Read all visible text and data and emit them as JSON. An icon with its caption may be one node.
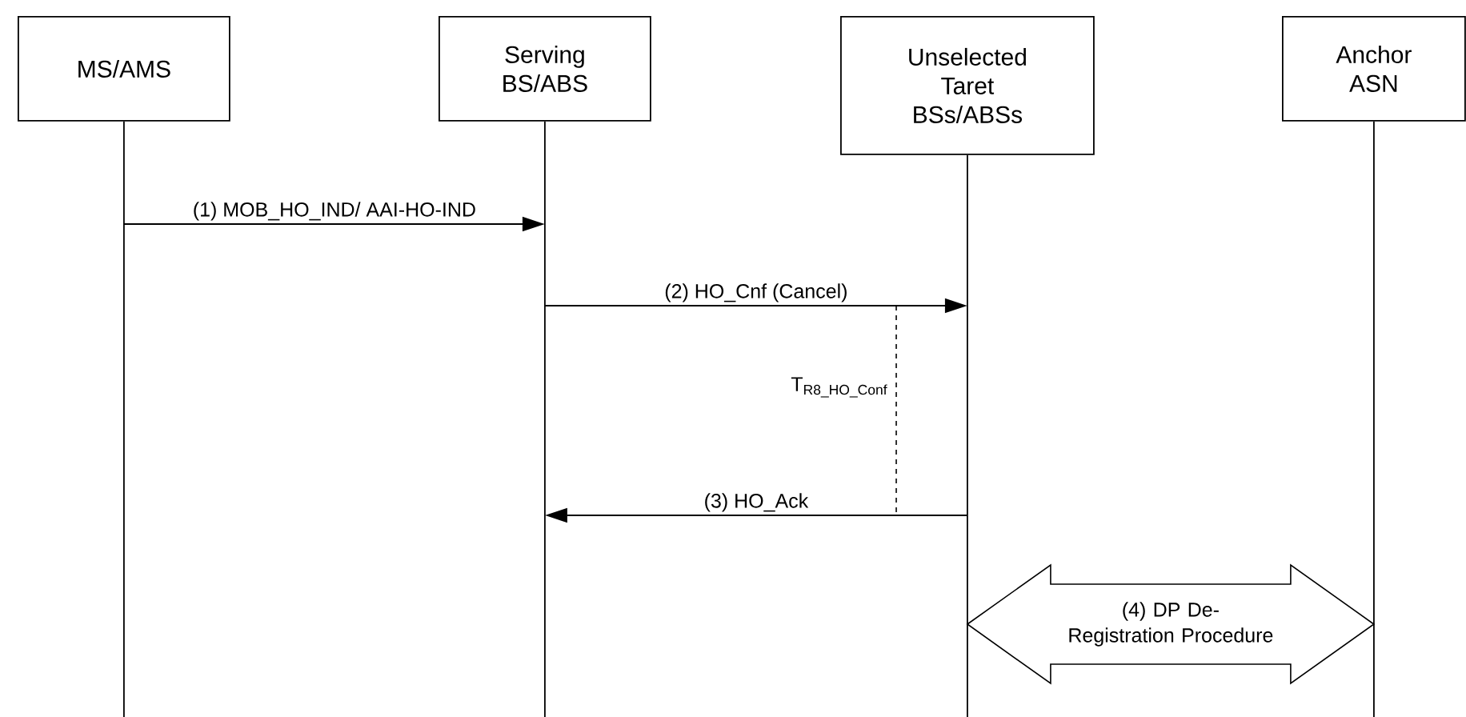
{
  "diagram": {
    "nodes": [
      {
        "text": [
          "MS/AMS"
        ]
      },
      {
        "text": [
          "Serving BS/ABS"
        ]
      },
      {
        "text": [
          "Unselected Taret BSs/ABSs"
        ]
      },
      {
        "text": [
          "Anchor ASN"
        ]
      }
    ],
    "edges": [
      {
        "from": 0,
        "to": 1,
        "arrow": "to",
        "label": "(1) MOB_HO_IND/ AAI-HO-IND"
      },
      {
        "from": 1,
        "to": 2,
        "arrow": "to",
        "label": "(2) HO_Cnf (Cancel)"
      },
      {
        "from": 2,
        "to": 1,
        "arrow": "to",
        "label": "(3) HO_Ack"
      },
      {
        "from": 2,
        "to": 3,
        "arrow": "both",
        "style": "thick",
        "label": "(4) DP De-Registration Procedure"
      }
    ],
    "labels": [
      "T$_{R8_HO_Conf}$"
    ]
  }
}
